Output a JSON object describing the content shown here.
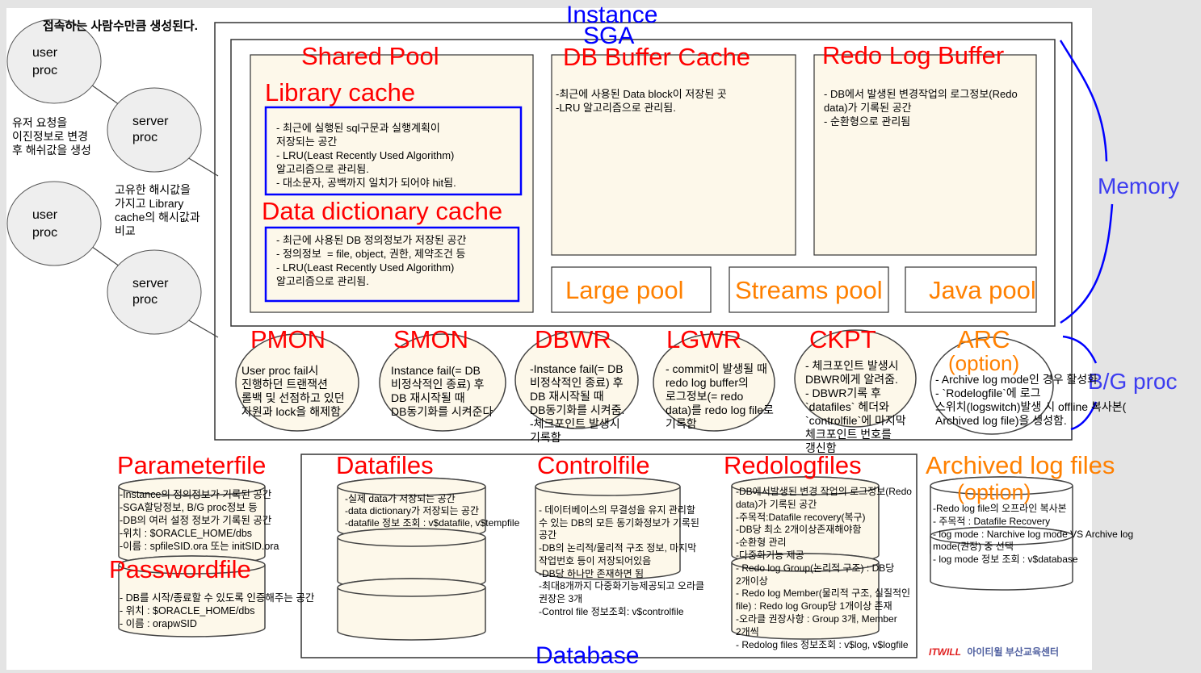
{
  "colors": {
    "title_red": "#ff0000",
    "label_blue": "#0000ff",
    "option_orange": "#ff8000",
    "box_fill": "#fdf8ea",
    "circle_fill": "#eeeeee",
    "blue_border": "#0000ff"
  },
  "left": {
    "note_top": "접속하는 사람수만큼 생성된다.",
    "user_proc": "user\nproc",
    "server_proc": "server\nproc",
    "note_hash": "유저 요청을\n이진정보로 변경\n후 해쉬값을 생성",
    "note_compare": "고유한 해시값을\n가지고 Library\ncache의 해시값과\n비교"
  },
  "instance": {
    "label": "Instance"
  },
  "sga": {
    "label": "SGA"
  },
  "shared_pool": {
    "title": "Shared Pool",
    "library_cache": {
      "title": "Library cache",
      "text": "- 최근에 실행된 sql구문과 실행계획이\n저장되는 공간\n- LRU(Least Recently Used Algorithm)\n알고리즘으로 관리됨.\n- 대소문자, 공백까지 일치가 되어야 hit됨."
    },
    "data_dictionary_cache": {
      "title": "Data dictionary cache",
      "text": "- 최근에 사용된 DB 정의정보가 저장된 공간\n- 정의정보  = file, object, 권한, 제약조건 등\n- LRU(Least Recently Used Algorithm)\n알고리즘으로 관리됨."
    }
  },
  "db_buffer_cache": {
    "title": "DB Buffer Cache",
    "text": "-최근에 사용된 Data block이 저장된 곳\n-LRU 알고리즘으로 관리됨."
  },
  "redo_log_buffer": {
    "title": "Redo Log Buffer",
    "text": "- DB에서 발생된 변경작업의 로그정보(Redo\ndata)가 기록된 공간\n- 순환형으로 관리됨"
  },
  "pools": [
    "Large pool",
    "Streams pool",
    "Java pool"
  ],
  "memory_label": "Memory",
  "bg_label": "B/G proc",
  "bg_processes": [
    {
      "name": "PMON",
      "text": "User proc fail시\n진행하던 트랜잭션\n롤백 및 선점하고 있던\n자원과 lock을 해제함"
    },
    {
      "name": "SMON",
      "text": "Instance fail(= DB\n비정삭적인 종료) 후\nDB 재시작될 때\nDB동기화를 시켜준다"
    },
    {
      "name": "DBWR",
      "text": "-Instance fail(= DB\n비정삭적인 종료) 후\nDB 재시작될 때\nDB동기화를 시켜줌.\n-체크포인트 발생시\n기록함"
    },
    {
      "name": "LGWR",
      "text": "- commit이 발생될 때\nredo log buffer의\n로그정보(= redo\ndata)를 redo log file로\n기록함"
    },
    {
      "name": "CKPT",
      "text": "- 체크포인트 발생시\nDBWR에게 알려줌.\n- DBWR기록 후\n`datafiles` 헤더와\n`controlfile`에 마지막\n체크포인트 번호를\n갱신함"
    },
    {
      "name": "ARC",
      "option": "(option)",
      "text": "- Archive log mode인 경우 활성화\n- `Rodelogfile`에 로그\n스위치(logswitch)발생 시 offline 복사본(\nArchived log file)을 생성함."
    }
  ],
  "files": {
    "parameterfile": {
      "title": "Parameterfile",
      "text": "-Instance의 정의정보가 기록된 공간\n-SGA할당정보, B/G proc정보 등\n-DB의 여러 설정 정보가 기록된 공간\n-위치 : $ORACLE_HOME/dbs\n-이름 : spfileSID.ora 또는 initSID.ora"
    },
    "passwordfile": {
      "title": "Passwordfile",
      "text": "- DB를 시작/종료할 수 있도록 인증해주는 공간\n- 위치 : $ORACLE_HOME/dbs\n- 이름 : orapwSID"
    },
    "datafiles": {
      "title": "Datafiles",
      "text": "-실제 data가 저장되는 공간\n-data dictionary가 저장되는 공간\n-datafile 정보 조회 : v$datafile, v$tempfile"
    },
    "controlfile": {
      "title": "Controlfile",
      "text": "- 데이터베이스의 무결성을 유지 관리할\n수 있는 DB의 모든 동기화정보가 기록된\n공간\n-DB의 논리적/물리적 구조 정보, 마지막\n작업번호 등이 저장되어있음\n-DB당 하나만 존재하면 됨\n-최대8개까지 다중화기능제공되고 오라클\n권장은 3개\n-Control file 정보조회: v$controlfile"
    },
    "redologfiles": {
      "title": "Redologfiles",
      "text": "-DB에서발생된 변경 작업의 로그정보(Redo\ndata)가 기록된 공간\n-주목적:Datafile recovery(복구)\n-DB당 최소 2개이상존재해야함\n-순환형 관리\n-다중화기능 제공\n- Redo log Group(논리적 구조) : DB당\n2개이상\n- Redo log Member(물리적 구조, 실질적인\nfile) : Redo log Group당 1개이상 존재\n-오라클 권장사항 : Group 3개, Member\n2개씩\n- Redolog files 정보조회 : v$log, v$logfile"
    },
    "archived": {
      "title": "Archived log files",
      "option": "(option)",
      "text": "-Redo log file의 오프라인 복사본\n- 주목적 : Datafile Recovery\n- log mode : Narchive log mode VS Archive log\nmode(권장) 중 선택\n- log mode 정보 조회 : v$database"
    }
  },
  "database_label": "Database",
  "logo": {
    "brand": "ITWILL",
    "text": "아이티윌 부산교육센터"
  }
}
